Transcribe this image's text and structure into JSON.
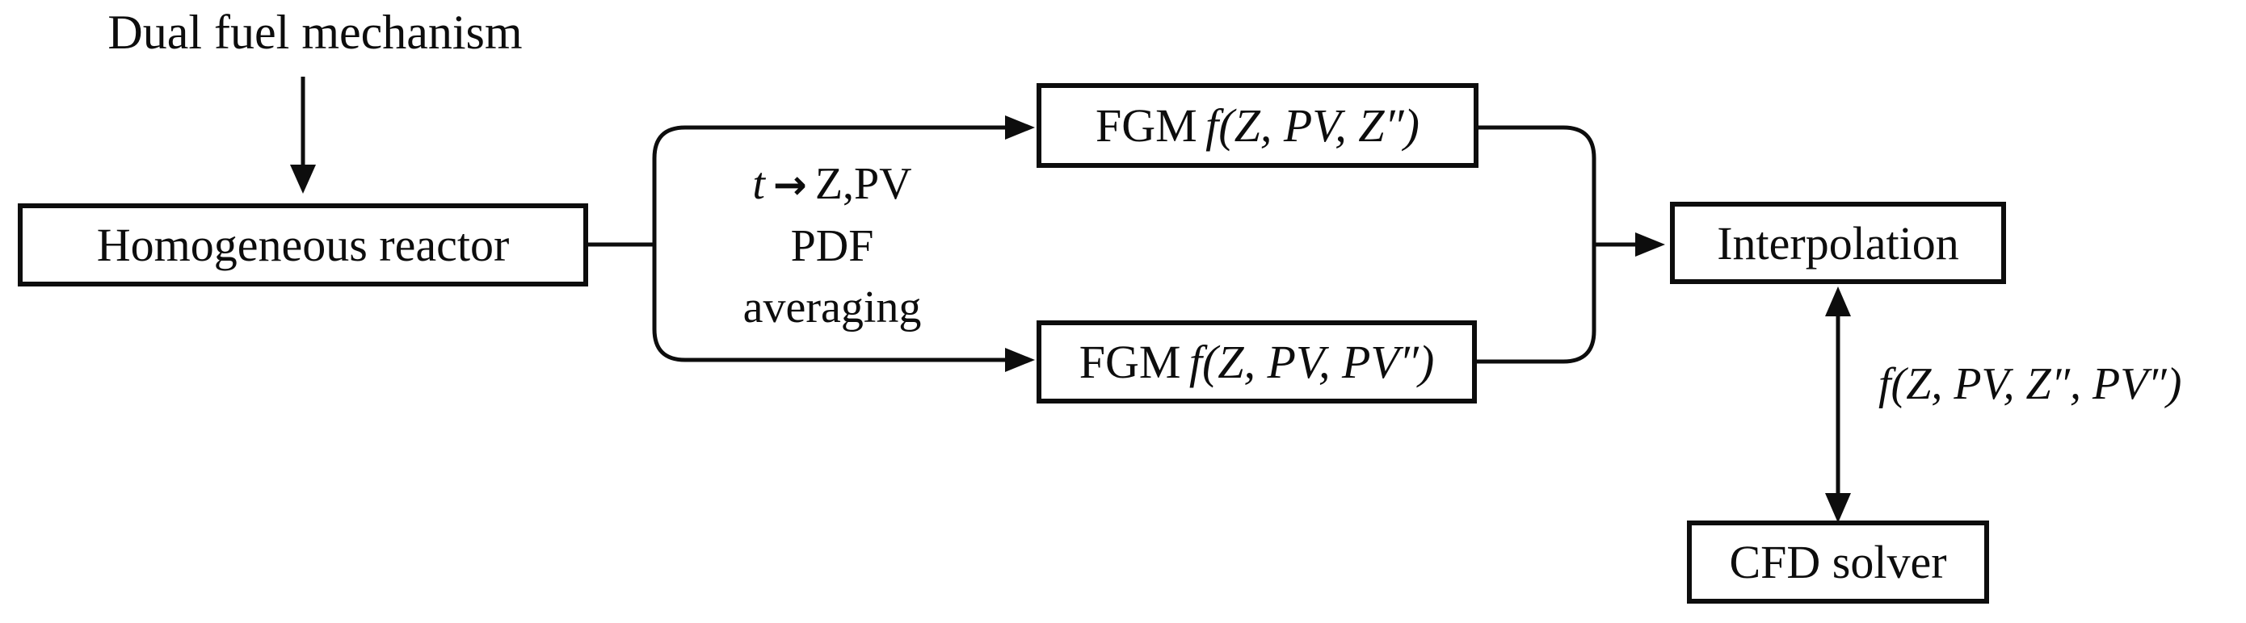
{
  "diagram": {
    "title": "Dual fuel mechanism",
    "boxes": {
      "reactor": {
        "label": "Homogeneous reactor"
      },
      "fgm_top": {
        "prefix": "FGM",
        "formula": "f(Z, PV, Z″)"
      },
      "fgm_bottom": {
        "prefix": "FGM",
        "formula": "f(Z, PV, PV″)"
      },
      "interpolation": {
        "label": "Interpolation"
      },
      "cfd": {
        "label": "CFD solver"
      }
    },
    "labels": {
      "pdf_line1_var": "t",
      "pdf_line1_arrow": "→",
      "pdf_line1_rest": "Z,PV",
      "pdf_line2": "PDF",
      "pdf_line3": "averaging",
      "interp_cfd_formula": "f(Z, PV, Z″, PV″)"
    },
    "colors": {
      "ink": "#0d0d0d",
      "background": "#ffffff"
    }
  }
}
